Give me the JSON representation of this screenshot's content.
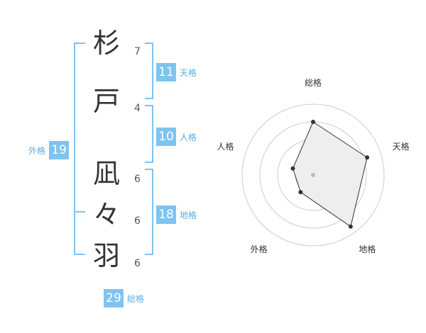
{
  "name": {
    "chars": [
      {
        "char": "杉",
        "strokes": "7"
      },
      {
        "char": "戸",
        "strokes": "4"
      },
      {
        "char": "凪",
        "strokes": "6"
      },
      {
        "char": "々",
        "strokes": "6"
      },
      {
        "char": "羽",
        "strokes": "6"
      }
    ]
  },
  "fortunes": {
    "tenkaku": {
      "value": "11",
      "label": "天格"
    },
    "jinkaku": {
      "value": "10",
      "label": "人格"
    },
    "chikaku": {
      "value": "18",
      "label": "地格"
    },
    "gaikaku": {
      "value": "19",
      "label": "外格"
    },
    "soukaku": {
      "value": "29",
      "label": "総格"
    }
  },
  "colors": {
    "accent": "#7fc3ef",
    "accent_text": "#5aaee0",
    "polygon_fill": "#eeeeee"
  },
  "chart_data": {
    "type": "radar",
    "axes": [
      "総格",
      "天格",
      "地格",
      "外格",
      "人格"
    ],
    "values": [
      0.75,
      0.8,
      0.9,
      0.3,
      0.3
    ],
    "rings": 4,
    "scale": [
      0,
      1
    ]
  }
}
